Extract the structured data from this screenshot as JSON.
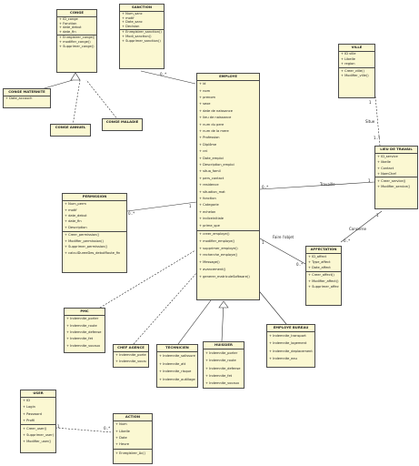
{
  "classes": {
    "conge": {
      "name": "CONGE",
      "attributes": [
        "ID_conge",
        "Fonction",
        "date_debut",
        "date_fin"
      ],
      "methods": [
        "Enregistrer_conge()",
        "modifier_conge()",
        "Supprimer_conge()"
      ]
    },
    "sanction": {
      "name": "SANCTION",
      "attributes": [
        "Num_sanc",
        "motif",
        "Date_sanc",
        "Decision"
      ],
      "methods": [
        "Enregistrer_sanction()",
        "Modi_sanction()",
        "Supprimer_sanction()"
      ]
    },
    "conge_maternite": {
      "name": "CONGE MATERNITE",
      "attributes": [
        "Date_accouch"
      ],
      "methods": []
    },
    "conge_annuel": {
      "name": "CONGE ANNUEL",
      "attributes": [],
      "methods": []
    },
    "conge_maladie": {
      "name": "CONGE MALADIE",
      "attributes": [],
      "methods": []
    },
    "employe": {
      "name": "EMPLOYE",
      "attributes": [
        "id",
        "nom",
        "prenom",
        "sexe",
        "date de naissance",
        "lieu de naissance",
        "num du pere",
        "num de la mere",
        "Profession",
        "Diplôme",
        "cni",
        "Date_emploi",
        "Description_emploi",
        "situa_famil",
        "pers_contact",
        "residence",
        "situation_mat",
        "fonction",
        "Categorie",
        "echelon",
        "indiceinitiale",
        "prime_spe"
      ],
      "methods": [
        "creer_employe()",
        "modifier_employe()",
        "supprimer_employe()",
        "recherche_employe()",
        "Message()",
        "avancement()",
        "generer_matriculeSoftware()"
      ]
    },
    "ville": {
      "name": "VILLE",
      "attributes": [
        "ID ville",
        "Libelle",
        "region"
      ],
      "methods": [
        "Creer_ville()",
        "Modifier_ville()"
      ]
    },
    "lieu_travail": {
      "name": "LIEU DE TRAVAIL",
      "attributes": [
        "ID_service",
        "libelle",
        "Contact",
        "NomChef"
      ],
      "methods": [
        "Creer_service()",
        "Modifier_service()"
      ]
    },
    "permission": {
      "name": "PERMISSION",
      "attributes": [
        "Num_perm",
        "motif",
        "date_debut",
        "date_fin",
        "Description"
      ],
      "methods": [
        "Creer_permission()",
        "Modifier_permission()",
        "Supprimer_permission()",
        "calculDureeDes_debutRoute_fin"
      ]
    },
    "affectation": {
      "name": "AFFECTATION",
      "attributes": [
        "ID_affect",
        "Type_affect",
        "Date_affect"
      ],
      "methods": [
        "Creer_affect()",
        "Modifier_affect()",
        "Supprimer_affect()"
      ]
    },
    "pmc": {
      "name": "PMC",
      "attributes": [
        "Indemnite_porter",
        "Indemnite_route",
        "Indemnite_defense",
        "Indemnite_fet",
        "Indemnite_vocaux"
      ],
      "methods": []
    },
    "chef_agence": {
      "name": "CHEF AGENCE",
      "attributes": [
        "Indemnite_porter",
        "Indemnite_vocaux"
      ],
      "methods": []
    },
    "technicien": {
      "name": "TECHNICIEN",
      "attributes": [
        "Indemnite_salissure",
        "Indemnite_att",
        "Indemnite_risque",
        "Indemnite_outillage"
      ],
      "methods": []
    },
    "huissier": {
      "name": "HUISSIER",
      "attributes": [
        "Indemnite_porter",
        "Indemnite_route",
        "Indemnite_defense",
        "Indemnite_fet",
        "Indemnite_vocaux"
      ],
      "methods": []
    },
    "employe_bureau": {
      "name": "EMPLOYE BUREAU",
      "attributes": [
        "Indemnite_transport",
        "Indemnite_logement",
        "Indemnite_deplacement",
        "Indemnite_eau"
      ],
      "methods": []
    },
    "user": {
      "name": "USER",
      "attributes": [
        "ID",
        "Login",
        "Password",
        "Profil"
      ],
      "methods": [
        "Creer_user()",
        "Supprimer_user()",
        "Modifier_user()"
      ]
    },
    "action": {
      "name": "ACTION",
      "attributes": [
        "Num",
        "Libelle",
        "Date",
        "Heure"
      ],
      "methods": [
        "Enregistrer_Ac()"
      ]
    }
  },
  "associations": {
    "travaille": "Travaille",
    "concerne": "Concerne",
    "situe": "Situe",
    "fait_objet": "Faire l'objet"
  },
  "multiplicities": {
    "sanc_emp_a": "0..*",
    "perm_emp_a": "0..*",
    "perm_emp_b": "1",
    "emp_lieu_a": "0..*",
    "emp_lieu_b": "1",
    "ville_lieu_a": "1",
    "ville_lieu_b": "1..*",
    "lieu_aff_a": "1",
    "lieu_aff_b": "0..*",
    "emp_aff_a": "1",
    "emp_aff_b": "0..*",
    "user_action_a": "1",
    "user_action_b": "0..*"
  }
}
